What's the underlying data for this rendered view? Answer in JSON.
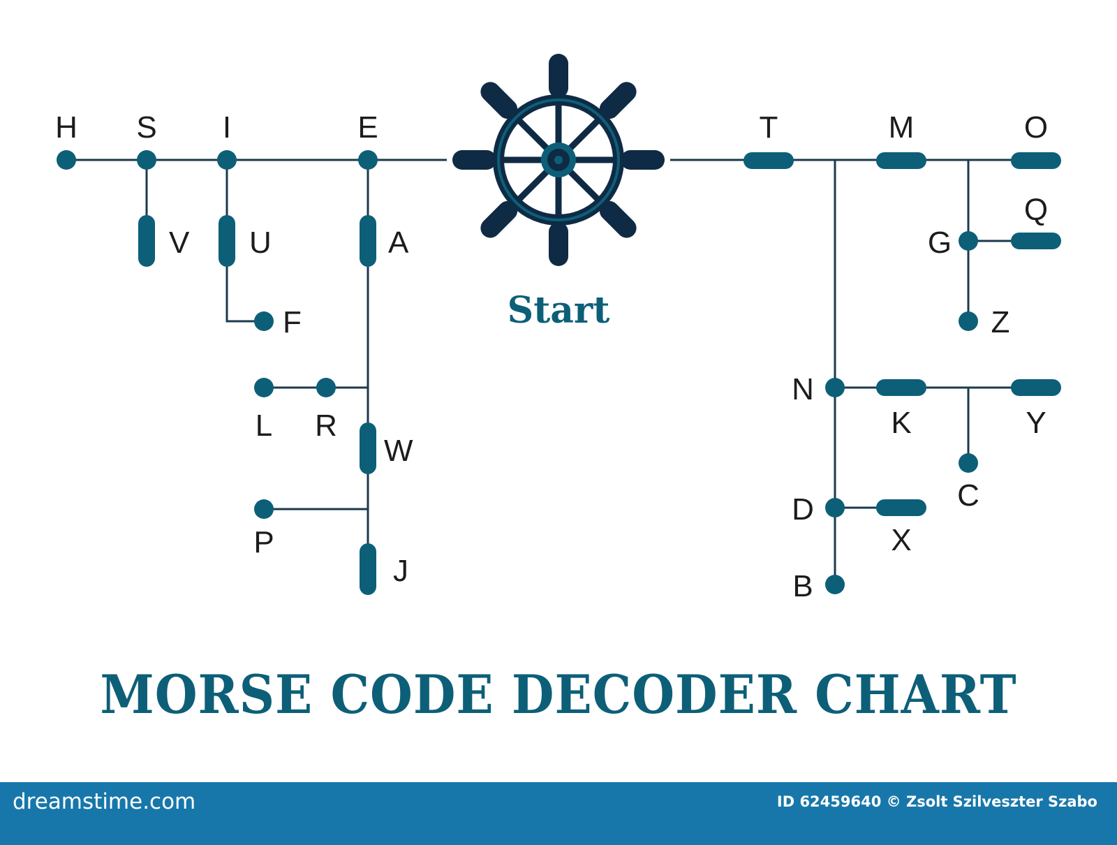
{
  "colors": {
    "accent": "#0d5f78",
    "wheel": "#0f2a44",
    "line": "#1b3a4e",
    "footer": "#1777aa"
  },
  "start_label": "Start",
  "title": "MORSE CODE DECODER CHART",
  "footer": {
    "site": "dreamstime.com",
    "credit": "ID 62459640 © Zsolt Szilveszter Szabo"
  },
  "letters": {
    "H": "H",
    "S": "S",
    "I": "I",
    "E": "E",
    "V": "V",
    "U": "U",
    "A": "A",
    "F": "F",
    "L": "L",
    "R": "R",
    "W": "W",
    "P": "P",
    "J": "J",
    "T": "T",
    "M": "M",
    "O": "O",
    "Q": "Q",
    "G": "G",
    "Z": "Z",
    "N": "N",
    "K": "K",
    "Y": "Y",
    "C": "C",
    "D": "D",
    "X": "X",
    "B": "B"
  },
  "icons": {
    "wheel": "ship-wheel-icon"
  }
}
